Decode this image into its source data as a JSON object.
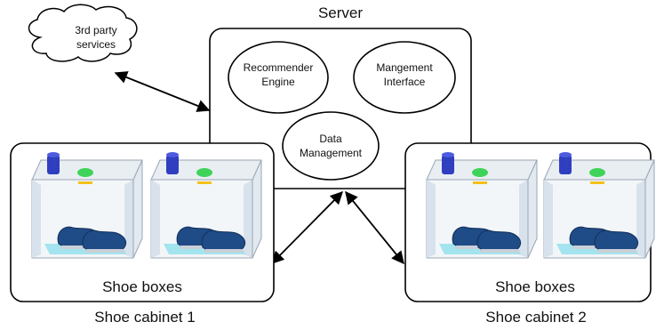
{
  "cloud": {
    "line1": "3rd party",
    "line2": "services"
  },
  "server": {
    "title": "Server",
    "recommender": {
      "line1": "Recommender",
      "line2": "Engine"
    },
    "management": {
      "line1": "Mangement",
      "line2": "Interface"
    },
    "data": {
      "line1": "Data",
      "line2": "Management"
    }
  },
  "cabinet1": {
    "inner_label": "Shoe boxes",
    "caption": "Shoe cabinet 1"
  },
  "cabinet2": {
    "inner_label": "Shoe boxes",
    "caption": "Shoe cabinet 2"
  },
  "colors": {
    "box_side": "#d8e2ec",
    "box_top": "#e9eef3",
    "cylinder": "#2f3fbf",
    "button_green": "#3fd35a",
    "led_yellow": "#f3c21a",
    "shoe": "#1f4b86",
    "tray": "#8fe0ec"
  }
}
